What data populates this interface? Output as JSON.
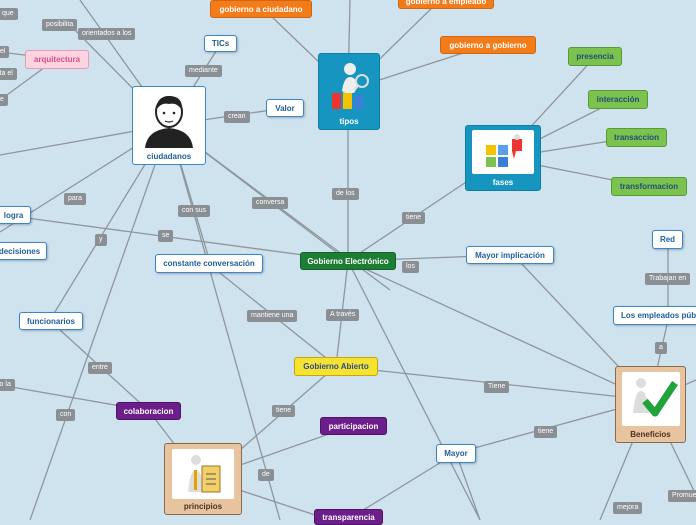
{
  "central": "Gobierno Electrónico",
  "cards": {
    "ciudadanos": "ciudadanos",
    "tipos": "tipos",
    "fases": "fases",
    "beneficios": "Beneficios",
    "principios": "principios"
  },
  "nodes": {
    "tics": "TICs",
    "valor": "Valor",
    "gobierno_ciudadano": "gobierno a ciudadano",
    "gobierno_empleado": "gobierno a empleado",
    "gobierno_gobierno": "gobierno a gobierno",
    "presencia": "presencia",
    "interaccion": "interacción",
    "transaccion": "transaccion",
    "transformacion": "transformacion",
    "arquitectura": "arquitectura",
    "logra": "logra",
    "decisiones": "decisiones",
    "constante_conversacion": "constante conversación",
    "funcionarios": "funcionarios",
    "colaboracion": "colaboracion",
    "gobierno_abierto": "Gobierno Abierto",
    "participacion": "participacion",
    "transparencia": "transparencia",
    "mayor_implicacion": "Mayor implicación",
    "mayor": "Mayor",
    "red": "Red",
    "empleados_publicos": "Los empleados púb"
  },
  "labels": {
    "que": "que",
    "posibilita": "posibilita",
    "el": "el",
    "ita_el": "ita el",
    "e": "e",
    "orientados": "orientados a los",
    "mediante": "mediante",
    "crean": "crean",
    "para": "para",
    "con_sus": "con sus",
    "conversa": "conversa",
    "de_los": "de los",
    "tiene_1": "tiene",
    "y": "y",
    "se": "se",
    "los": "los",
    "mantiene_una": "mantiene una",
    "a_traves": "A través",
    "entre": "entre",
    "lo_la": "lo la",
    "con": "con",
    "tiene_2": "tiene",
    "de": "de",
    "tiene_big": "Tiene",
    "tiene_3": "tiene",
    "trabajan_en": "Trabajan en",
    "a": "a",
    "mejora": "mejora",
    "promue": "Promue"
  }
}
